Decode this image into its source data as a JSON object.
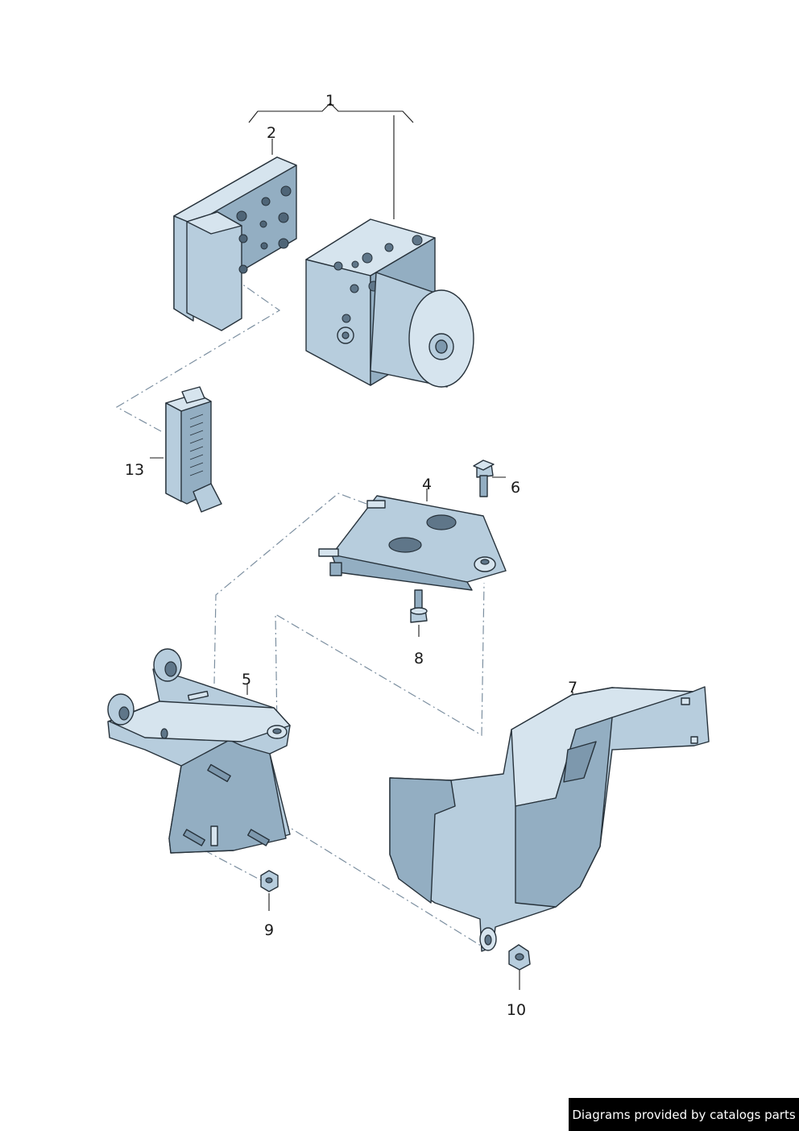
{
  "callouts": {
    "c1": "1",
    "c2": "2",
    "c4": "4",
    "c5": "5",
    "c6": "6",
    "c7": "7",
    "c8": "8",
    "c9": "9",
    "c10": "10",
    "c13": "13"
  },
  "footer": {
    "credit": "Diagrams provided by catalogs parts"
  }
}
